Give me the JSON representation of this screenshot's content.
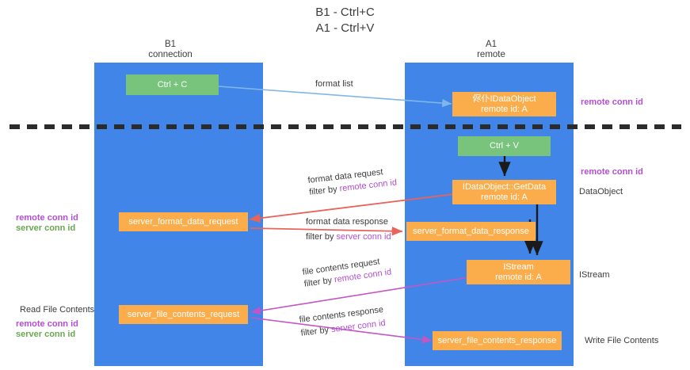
{
  "title": {
    "line1": "B1 - Ctrl+C",
    "line2": "A1 - Ctrl+V"
  },
  "columns": [
    {
      "name": "B1",
      "role": "connection"
    },
    {
      "name": "A1",
      "role": "remote"
    }
  ],
  "nodes": {
    "ctrl_c": {
      "label": "Ctrl + C"
    },
    "ctrl_v": {
      "label": "Ctrl + V"
    },
    "idataobject": {
      "line1": "侭仆IDataObject",
      "line2": "remote id: A"
    },
    "getdata": {
      "line1": "IDataObject::GetData",
      "line2": "remote id: A"
    },
    "istream": {
      "line1": "IStream",
      "line2": "remote id: A"
    },
    "server_format_data_request": {
      "label": "server_format_data_request"
    },
    "server_format_data_response": {
      "label": "server_format_data_response"
    },
    "server_file_contents_request": {
      "label": "server_file_contents_request"
    },
    "server_file_contents_response": {
      "label": "server_file_contents_response"
    }
  },
  "edges": {
    "format_list": {
      "label": "format list"
    },
    "format_data_request": {
      "label": "format data request",
      "filter_prefix": "filter by ",
      "filter_key": "remote conn id"
    },
    "format_data_response": {
      "label": "format data response",
      "filter_prefix": "filter by ",
      "filter_key": "server conn id"
    },
    "file_contents_request": {
      "label": "file contents request",
      "filter_prefix": "filter by ",
      "filter_key": "remote conn id"
    },
    "file_contents_response": {
      "label": "file contents response",
      "filter_prefix": "filter by ",
      "filter_key": "server conn id"
    }
  },
  "annotations": {
    "right_remote_conn_id_top": "remote conn id",
    "right_remote_conn_id_mid": "remote conn id",
    "right_dataobject": "DataObject",
    "right_istream": "IStream",
    "right_write_file_contents": "Write File Contents",
    "left_read_file_contents": "Read File Contents",
    "left_remote_conn_id_mid": "remote conn id",
    "left_server_conn_id_mid": "server conn id",
    "left_remote_conn_id_bot": "remote conn id",
    "left_server_conn_id_bot": "server conn id"
  },
  "colors": {
    "lane": "#4285e8",
    "green_node": "#78c47d",
    "orange_node": "#fbad4b",
    "purple_text": "#b24fd0",
    "green_text": "#6aa84f",
    "red_arrow": "#e8645a",
    "magenta_arrow": "#c455c4",
    "blue_arrow": "#7fb8e8",
    "black_arrow": "#1a1a1a"
  }
}
